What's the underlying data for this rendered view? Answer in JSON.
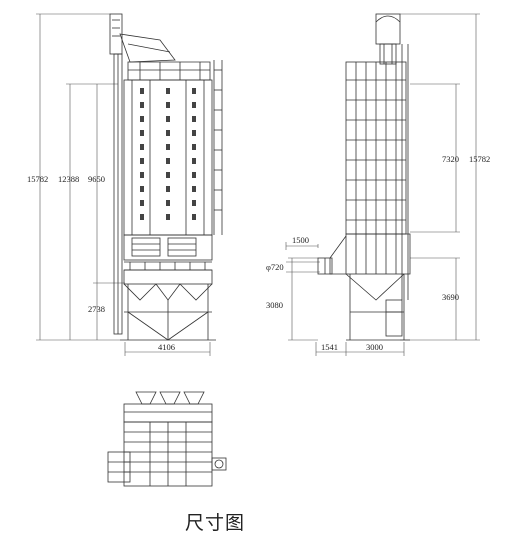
{
  "caption": "尺寸图",
  "dimensions": {
    "front_total_height": "15782",
    "front_height_12388": "12388",
    "front_height_9650": "9650",
    "front_height_2738": "2738",
    "front_width": "4106",
    "side_total_height": "15782",
    "side_height_7320": "7320",
    "side_height_3690": "3690",
    "side_height_3080": "3080",
    "side_length_1500": "1500",
    "side_diameter": "φ720",
    "side_width_1541": "1541",
    "side_width_3000": "3000"
  },
  "colors": {
    "line": "#333333",
    "dim_line": "#555555"
  }
}
